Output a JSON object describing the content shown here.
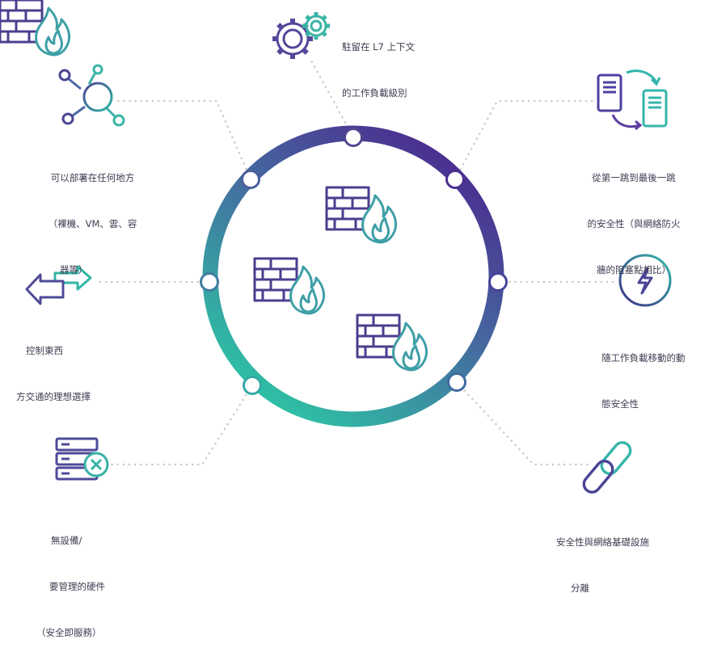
{
  "features": {
    "top": {
      "line1": "駐留在 L7 上下文",
      "line2": "的工作負載級別",
      "icon": "gears-icon"
    },
    "top_left": {
      "line1": "可以部署在任何地方",
      "line2": "（裸機、VM、雲、容",
      "line3": "器等）",
      "icon": "network-hub-icon"
    },
    "top_right": {
      "line1": "從第一跳到最後一跳",
      "line2": "的安全性（與網絡防火",
      "line3": "牆的阻塞點相比）",
      "icon": "servers-sync-icon"
    },
    "left": {
      "line1": "控制東西",
      "line2": "方交通的理想選擇",
      "icon": "double-arrow-icon"
    },
    "right": {
      "line1": "隨工作負載移動的動",
      "line2": "態安全性",
      "icon": "lightning-icon"
    },
    "bottom_left": {
      "line1": "無設備/",
      "line2": "要管理的硬件",
      "line3": "（安全即服務）",
      "icon": "server-cancel-icon"
    },
    "bottom_right": {
      "line1": "安全性與網絡基礎設施",
      "line2": "分離",
      "icon": "chain-link-icon"
    }
  },
  "center": {
    "icon": "firewall-icon",
    "count": 3
  },
  "colors": {
    "purple": "#4b2f8f",
    "blue": "#3f6ea0",
    "teal": "#2fb8a2",
    "dots": "#c4c4c4",
    "icon_teal": "#34b9a8"
  }
}
